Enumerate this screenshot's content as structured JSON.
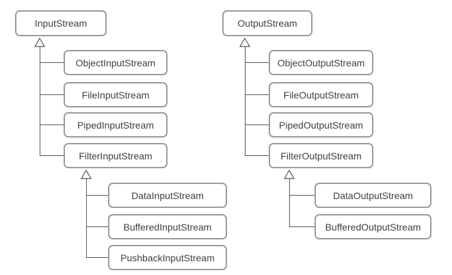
{
  "left_tree": {
    "root": "InputStream",
    "children": [
      "ObjectInputStream",
      "FileInputStream",
      "PipedInputStream",
      "FilterInputStream"
    ],
    "grandchildren": [
      "DataInputStream",
      "BufferedInputStream",
      "PushbackInputStream"
    ]
  },
  "right_tree": {
    "root": "OutputStream",
    "children": [
      "ObjectOutputStream",
      "FileOutputStream",
      "PipedOutputStream",
      "FilterOutputStream"
    ],
    "grandchildren": [
      "DataOutputStream",
      "BufferedOutputStream"
    ]
  },
  "icons": {
    "inheritance_arrow": "hollow-triangle-up"
  },
  "colors": {
    "background": "#ffffff",
    "box_border": "#9b9b9b",
    "box_fill": "#ffffff",
    "text": "#3e3e3e",
    "connector": "#555555"
  }
}
